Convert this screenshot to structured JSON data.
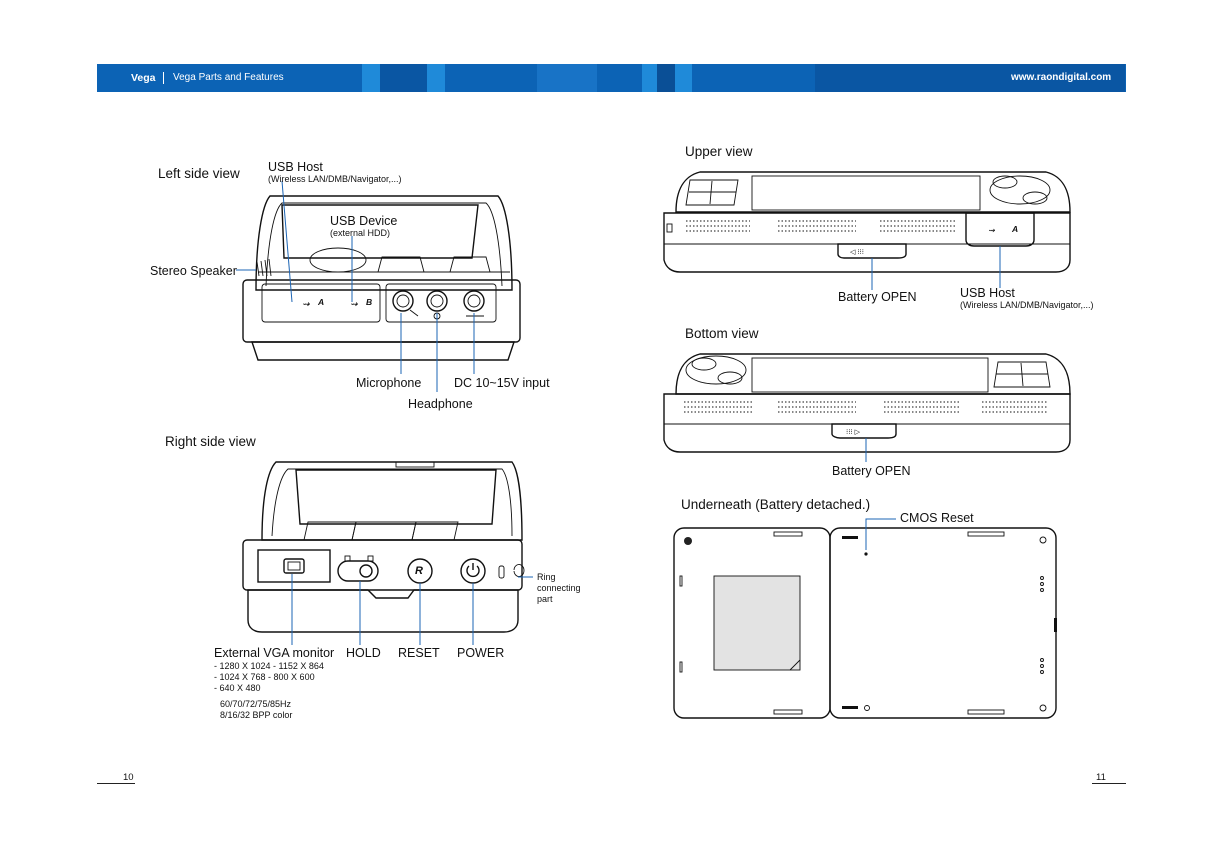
{
  "header": {
    "brand": "Vega",
    "section": "Vega Parts and Features",
    "website": "www.raondigital.com",
    "colors": {
      "band": "#0c63b5",
      "band_light": "#1f8ad9",
      "band_dark": "#0a4f96"
    }
  },
  "left_view": {
    "title": "Left side view",
    "usb_host": "USB Host",
    "usb_host_note": "(Wireless LAN/DMB/Navigator,...)",
    "usb_device": "USB Device",
    "usb_device_note": "(external HDD)",
    "stereo_speaker": "Stereo Speaker",
    "microphone": "Microphone",
    "dc_input": "DC 10~15V input",
    "headphone": "Headphone",
    "port_a": "A",
    "port_b": "B"
  },
  "right_view": {
    "title": "Right side view",
    "vga": "External VGA monitor",
    "res1": "- 1280 X 1024  - 1152 X 864",
    "res2": "- 1024 X 768    - 800 X 600",
    "res3": "- 640 X 480",
    "refresh": "60/70/72/75/85Hz",
    "color": "8/16/32 BPP color",
    "hold": "HOLD",
    "reset": "RESET",
    "power": "POWER",
    "ring1": "Ring",
    "ring2": "connecting",
    "ring3": "part",
    "reset_key": "R"
  },
  "upper_view": {
    "title": "Upper view",
    "battery_open": "Battery OPEN",
    "usb_host": "USB Host",
    "usb_host_note": "(Wireless LAN/DMB/Navigator,...)",
    "port_a": "A"
  },
  "bottom_view": {
    "title": "Bottom view",
    "battery_open": "Battery OPEN"
  },
  "underneath_view": {
    "title": "Underneath (Battery detached.)",
    "cmos_reset": "CMOS Reset"
  },
  "footer": {
    "page_left": "10",
    "page_right": "11"
  }
}
